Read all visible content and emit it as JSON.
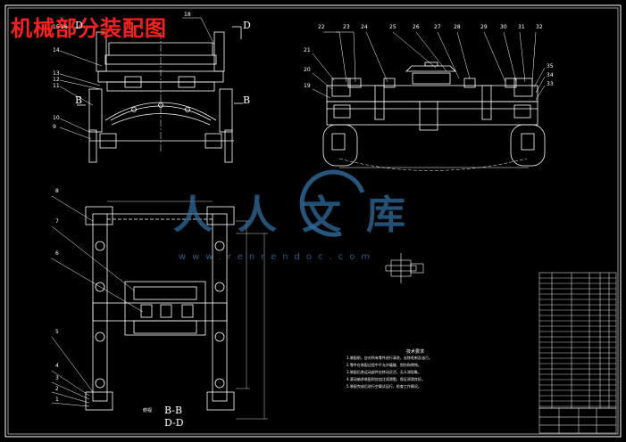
{
  "title": "机械部分装配图",
  "watermark": {
    "cn": "人人文库",
    "url": "www.renrendoc.com"
  },
  "section_labels": {
    "b_left": "B",
    "b_right": "B",
    "d_left": "D",
    "d_right": "D",
    "view_bb": "B-B",
    "view_dd": "D-D",
    "view_caption": "俯视"
  },
  "part_labels": {
    "top_left": [
      "15",
      "14",
      "13",
      "12",
      "11",
      "10",
      "9"
    ],
    "top_left_16": "16",
    "top_left_18": "18",
    "top_right_row": [
      "22",
      "23",
      "24",
      "25",
      "26",
      "27",
      "28",
      "29",
      "30",
      "31",
      "32"
    ],
    "top_right_side": [
      "21",
      "20",
      "19"
    ],
    "top_right_right": [
      "35",
      "34",
      "33"
    ],
    "bottom_left": [
      "8",
      "7",
      "6",
      "5",
      "4",
      "3",
      "2",
      "1"
    ]
  },
  "notes_title": "技术要求",
  "notes": [
    "1.装配前，应对所有零件进行清洗，去除毛刺及油污。",
    "2.零件在装配过程中不允许磕碰、划伤和锈蚀。",
    "3.装配后各运动部件应转动灵活，无卡滞现象。",
    "4.滚动轴承装配时应加注润滑脂，保证润滑良好。",
    "5.装配完成后进行空载试运行，检查工作情况。"
  ],
  "colors": {
    "background": "#000000",
    "line": "#ffffff",
    "title": "#ff1e1e",
    "watermark": "#2f6c9c"
  }
}
